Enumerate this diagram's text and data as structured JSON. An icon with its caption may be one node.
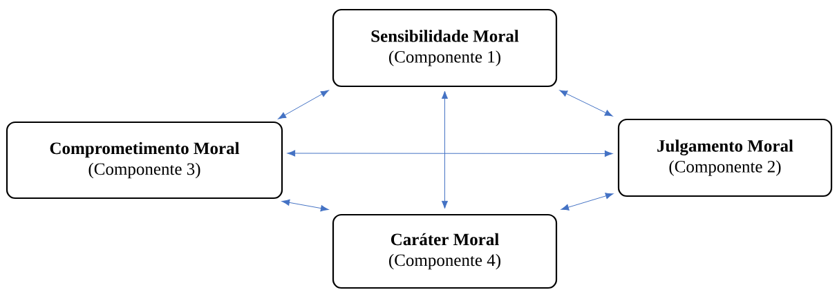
{
  "diagram": {
    "nodes": [
      {
        "text": [
          "Sensibilidade Moral",
          "(Componente 1)"
        ]
      },
      {
        "text": [
          "Comprometimento Moral",
          "(Componente 3)"
        ]
      },
      {
        "text": [
          "Julgamento Moral",
          "(Componente 2)"
        ]
      },
      {
        "text": [
          "Caráter Moral",
          "(Componente 4)"
        ]
      }
    ],
    "edges": [
      {
        "from": 0,
        "to": 1,
        "arrow": "both"
      },
      {
        "from": 0,
        "to": 2,
        "arrow": "both"
      },
      {
        "from": 0,
        "to": 3,
        "arrow": "both"
      },
      {
        "from": 1,
        "to": 2,
        "arrow": "both"
      },
      {
        "from": 1,
        "to": 3,
        "arrow": "both"
      },
      {
        "from": 2,
        "to": 3,
        "arrow": "both"
      }
    ]
  }
}
